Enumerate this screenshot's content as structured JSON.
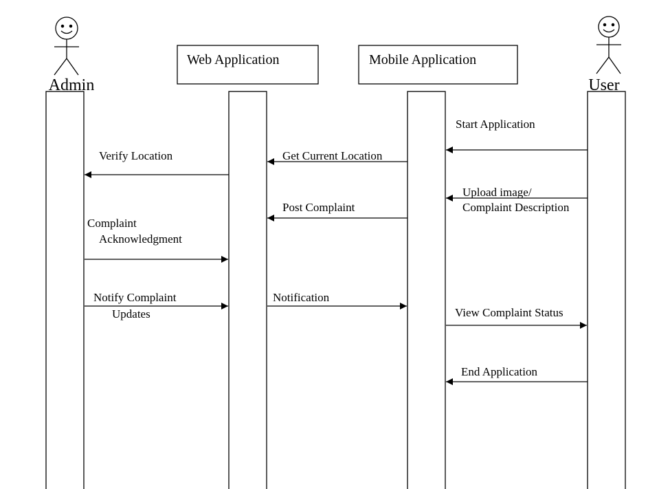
{
  "diagram": {
    "type": "sequence-diagram",
    "actors": [
      {
        "id": "admin",
        "label": "Admin"
      },
      {
        "id": "user",
        "label": "User"
      }
    ],
    "components": [
      {
        "id": "web",
        "label": "Web Application"
      },
      {
        "id": "mobile",
        "label": "Mobile Application"
      }
    ],
    "messages": [
      {
        "id": "start-application",
        "from": "user",
        "to": "mobile",
        "lines": [
          "Start Application"
        ]
      },
      {
        "id": "get-current-location",
        "from": "mobile",
        "to": "web",
        "lines": [
          "Get Current Location"
        ]
      },
      {
        "id": "verify-location",
        "from": "web",
        "to": "admin",
        "lines": [
          "Verify Location"
        ]
      },
      {
        "id": "upload-image",
        "from": "user",
        "to": "mobile",
        "lines": [
          "Upload image/",
          "Complaint Description"
        ]
      },
      {
        "id": "post-complaint",
        "from": "mobile",
        "to": "web",
        "lines": [
          "Post Complaint"
        ]
      },
      {
        "id": "complaint-acknowledgment",
        "from": "admin",
        "to": "web",
        "lines": [
          "Complaint",
          "Acknowledgment"
        ]
      },
      {
        "id": "notify-complaint-updates",
        "from": "admin",
        "to": "web",
        "lines": [
          "Notify Complaint",
          "Updates"
        ]
      },
      {
        "id": "notification",
        "from": "web",
        "to": "mobile",
        "lines": [
          "Notification"
        ]
      },
      {
        "id": "view-complaint-status",
        "from": "mobile",
        "to": "user",
        "lines": [
          "View Complaint Status"
        ]
      },
      {
        "id": "end-application",
        "from": "user",
        "to": "mobile",
        "lines": [
          "End Application"
        ]
      }
    ]
  }
}
